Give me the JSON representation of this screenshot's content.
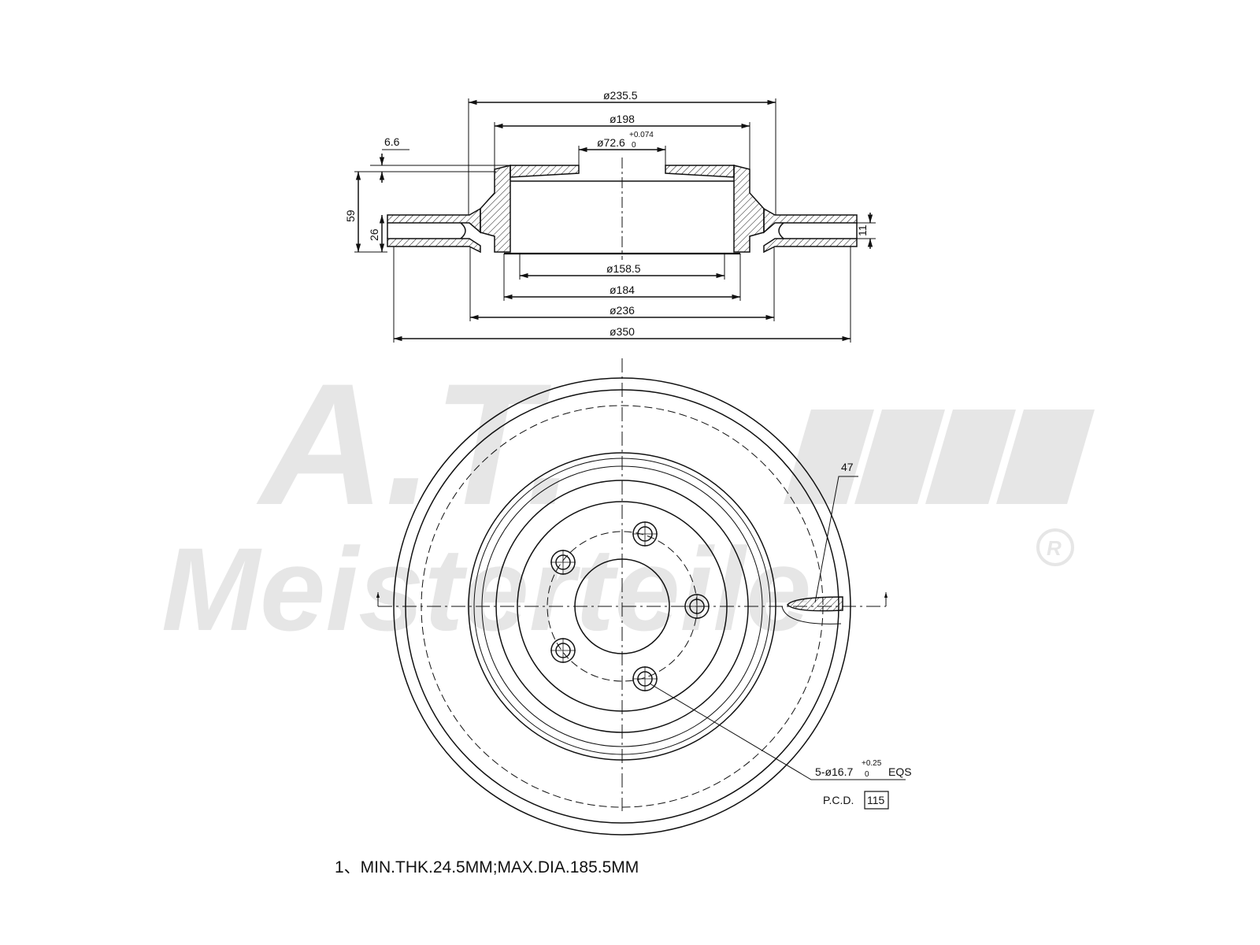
{
  "watermark": {
    "line1": "A.T.",
    "line2": "Meisterteile",
    "registered": "R"
  },
  "section_dims": {
    "d_outer_hat": "ø235.5",
    "d_198": "ø198",
    "d_center": "ø72.6",
    "d_center_tol_upper": "+0.074",
    "d_center_tol_lower": "0",
    "offset": "6.6",
    "height": "59",
    "thickness": "26",
    "vent_gap": "11",
    "d_158": "ø158.5",
    "d_184": "ø184",
    "d_236": "ø236",
    "d_350": "ø350"
  },
  "front_view": {
    "slot_label": "47",
    "holes_label": "5-ø16.7",
    "holes_tol_upper": "+0.25",
    "holes_tol_lower": "0",
    "holes_suffix": "EQS",
    "pcd_label": "P.C.D.",
    "pcd_value": "115"
  },
  "notes": {
    "line1": "1、MIN.THK.24.5MM;MAX.DIA.185.5MM"
  },
  "colors": {
    "line": "#111111",
    "watermark": "#e6e6e6"
  }
}
